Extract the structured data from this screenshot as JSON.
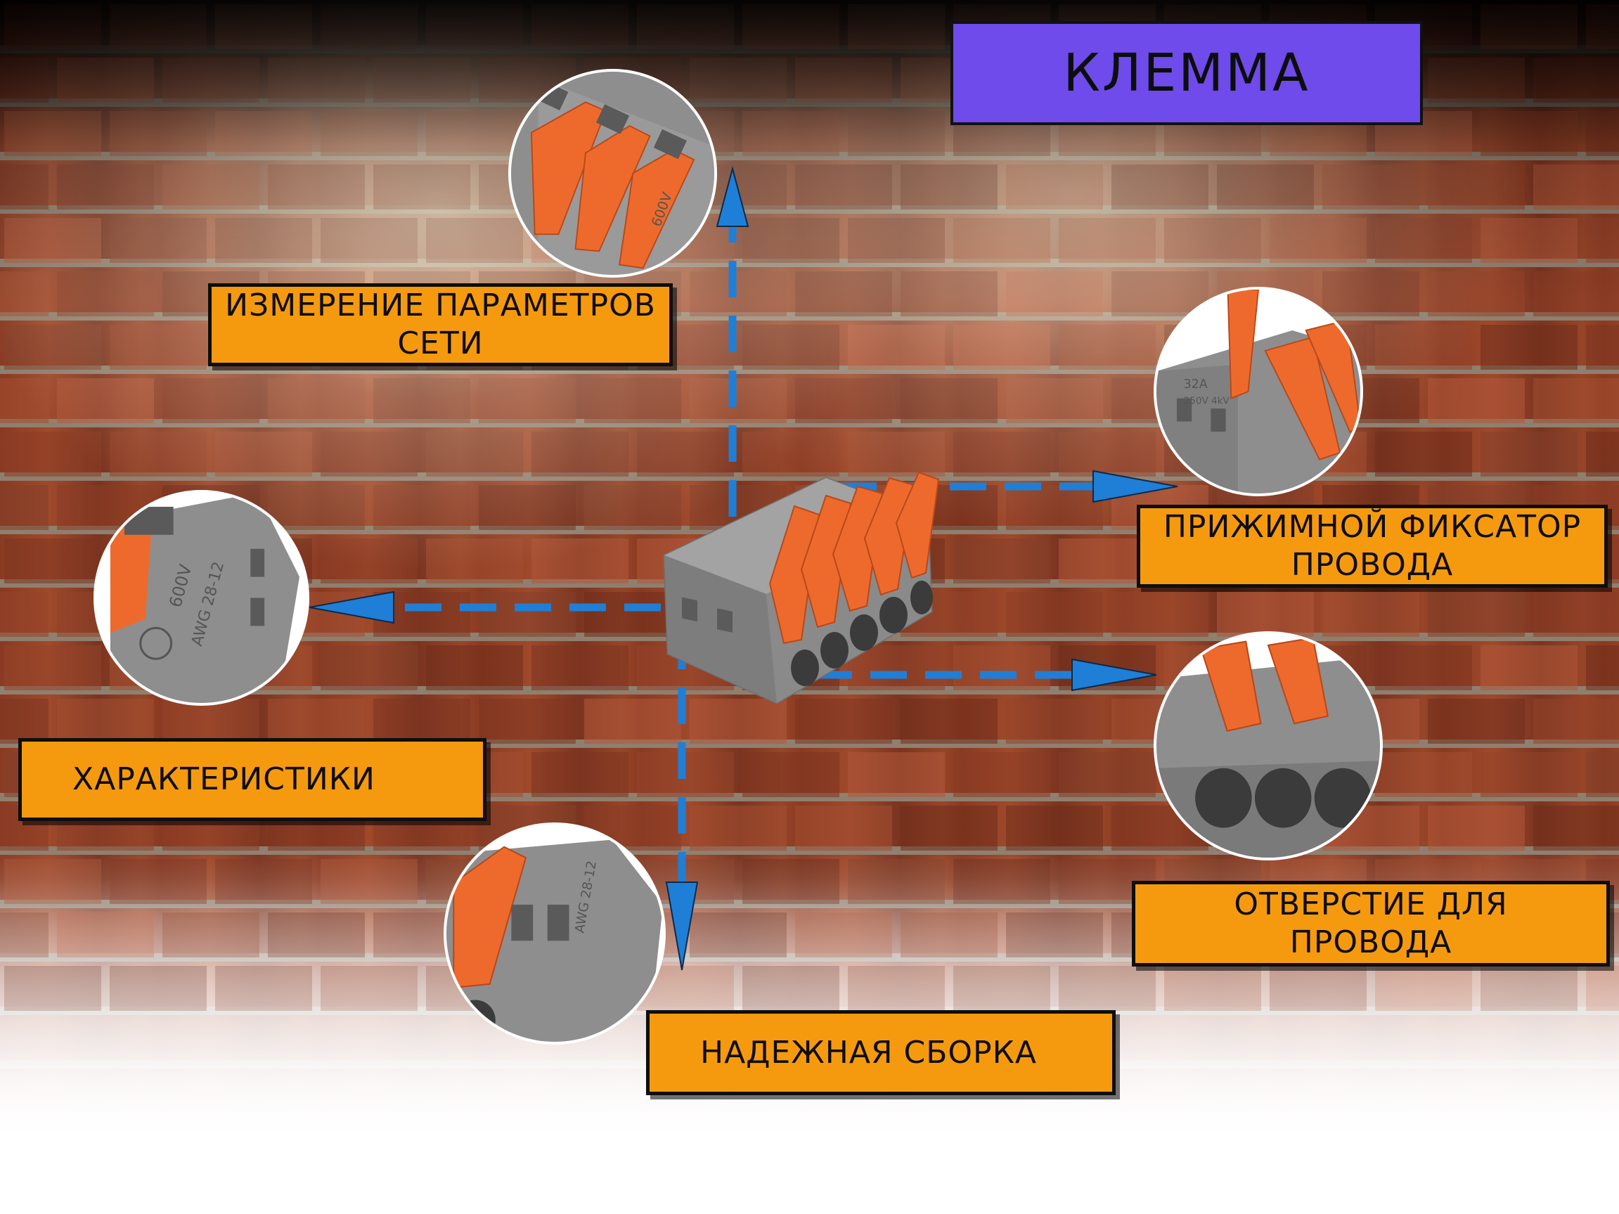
{
  "title": "КЛЕММА",
  "labels": {
    "network_measurement_line1": "ИЗМЕРЕНИЕ ПАРАМЕТРОВ",
    "network_measurement_line2": "СЕТИ",
    "clamp_lever_line1": "ПРИЖИМНОЙ ФИКСАТОР",
    "clamp_lever_line2": "ПРОВОДА",
    "specifications": "ХАРАКТЕРИСТИКИ",
    "wire_hole_line1": "ОТВЕРСТИЕ ДЛЯ",
    "wire_hole_line2": "ПРОВОДА",
    "reliable_assembly": "НАДЕЖНАЯ СБОРКА"
  },
  "markings": {
    "rating_voltage": "600V",
    "rating_awg": "AWG 28-12",
    "rating_current": "32A",
    "rating_mains": "250V 4kV"
  },
  "colors": {
    "label_fill": "#f59a0f",
    "title_fill": "#6e4bea",
    "arrow": "#1f7fd6",
    "connector_body": "#8e8e8e",
    "lever": "#ee6a2c"
  },
  "icons": [
    "connector-5-pole-icon",
    "connector-3-lever-closeup-icon",
    "connector-rating-closeup-icon",
    "connector-open-lever-closeup-icon",
    "connector-wire-holes-closeup-icon",
    "connector-side-closeup-icon"
  ]
}
